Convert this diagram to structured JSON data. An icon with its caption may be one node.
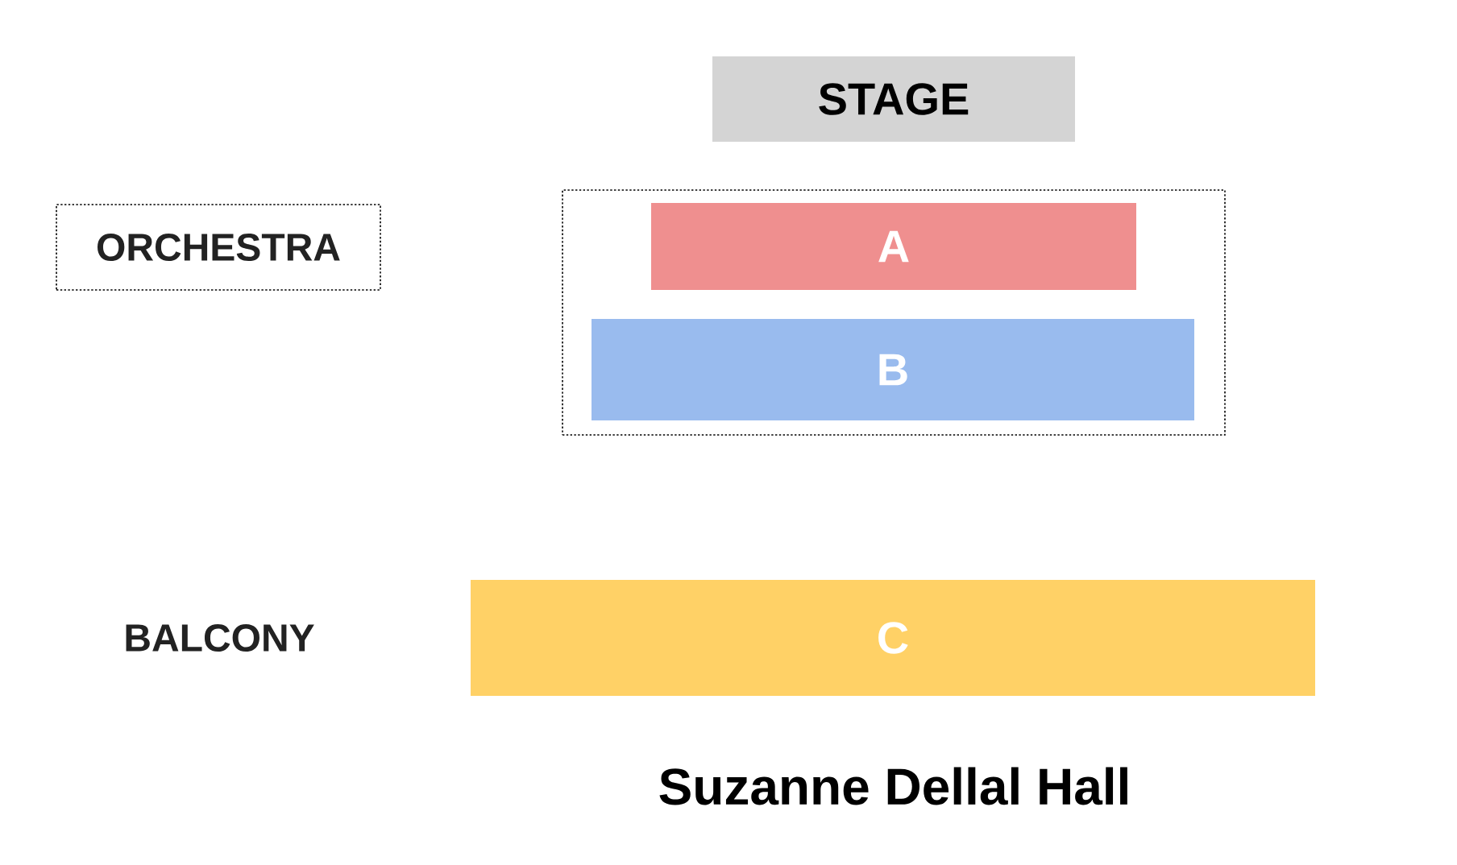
{
  "diagram": {
    "caption": "Suzanne Dellal Hall",
    "nodes": [
      {
        "text": [
          "STAGE"
        ]
      },
      {
        "text": [
          "ORCHESTRA"
        ]
      },
      {
        "text": [],
        "shape": "box"
      },
      {
        "text": [
          "A"
        ],
        "in": 2
      },
      {
        "text": [
          "B"
        ],
        "in": 2
      },
      {
        "text": [
          "C"
        ]
      }
    ],
    "labels": [
      "BALCONY"
    ]
  }
}
